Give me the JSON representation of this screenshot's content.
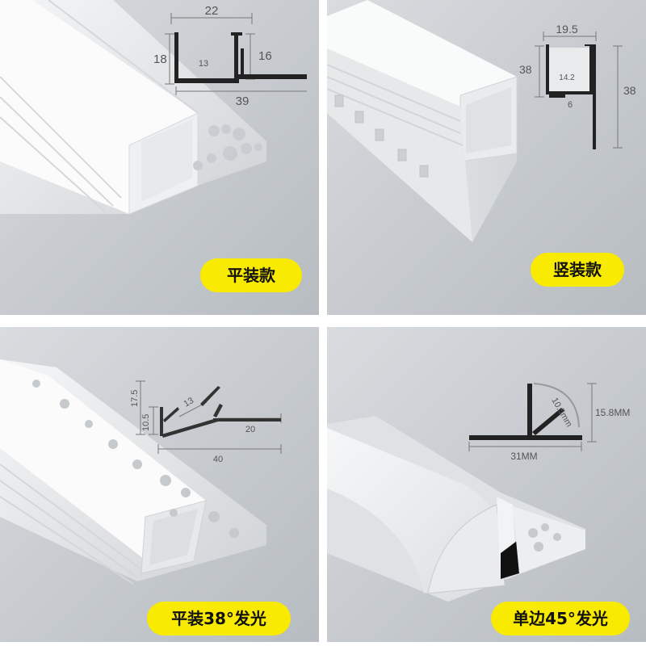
{
  "panels": [
    {
      "label": "平装款",
      "dims": {
        "top_width": "22",
        "left_height": "18",
        "inner_height": "16",
        "inner_width": "13",
        "total_width": "39"
      }
    },
    {
      "label": "竖装款",
      "dims": {
        "top_width": "19.5",
        "left_height": "38",
        "right_height": "38",
        "inner_width": "14.2",
        "flange": "6"
      }
    },
    {
      "label": "平装38°发光",
      "dims": {
        "height_total": "17.5",
        "height_inner": "10.5",
        "slope": "13",
        "flange": "20",
        "total_width": "40"
      }
    },
    {
      "label": "单边45°发光",
      "dims": {
        "radius": "10.5mm",
        "height": "15.8MM",
        "width": "31MM"
      }
    }
  ],
  "colors": {
    "badge": "#f8ea00",
    "background": "#c9cdd1",
    "profile": "#222222"
  }
}
